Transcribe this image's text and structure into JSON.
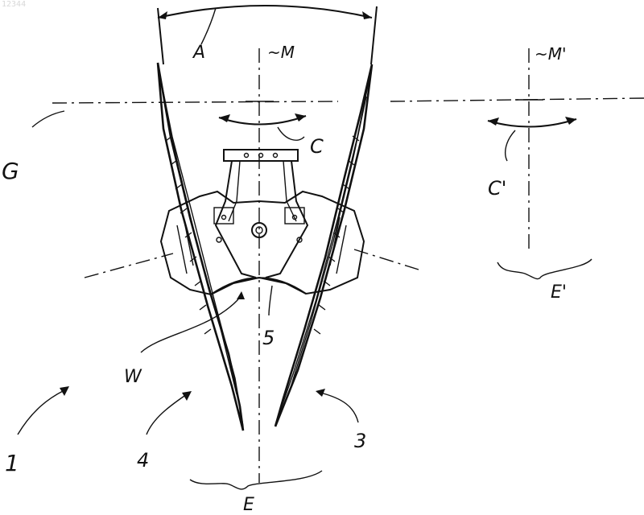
{
  "watermark": "12344",
  "labels": {
    "A": "A",
    "M": "~M",
    "M_prime": "~M'",
    "C": "C",
    "C_prime": "C'",
    "G": "G",
    "E": "E",
    "E_prime": "E'",
    "W": "W",
    "one": "1",
    "three": "3",
    "four": "4",
    "five": "5"
  }
}
